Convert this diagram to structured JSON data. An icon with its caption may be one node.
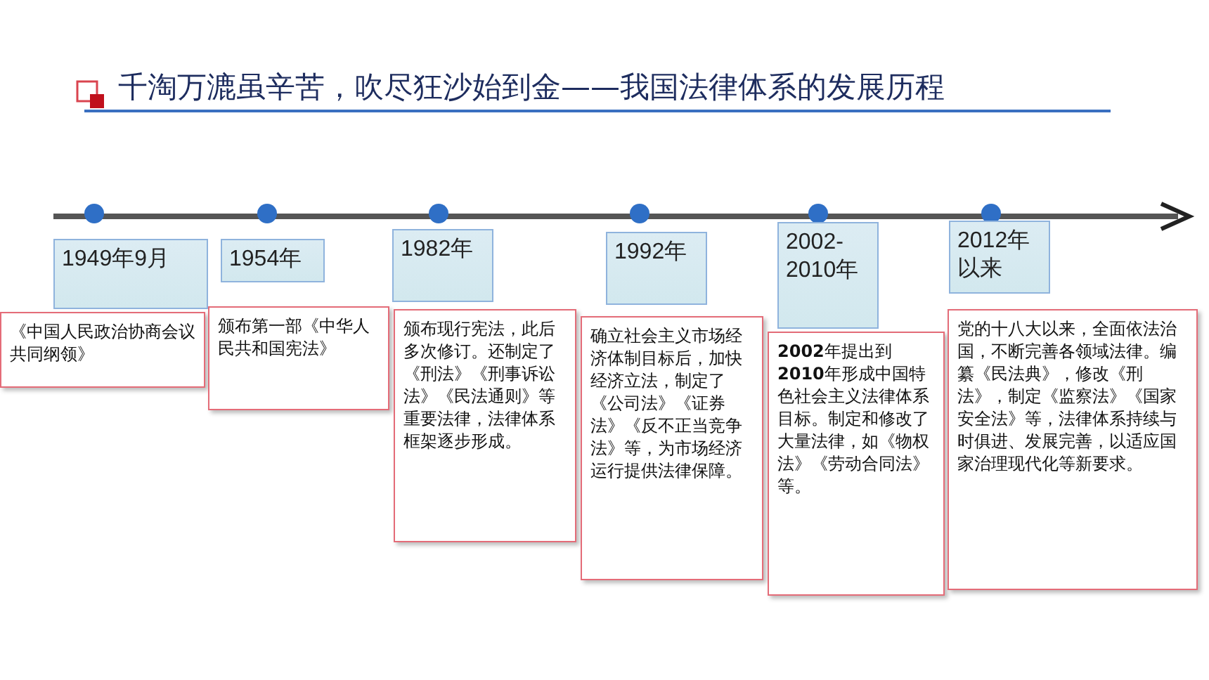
{
  "diagram": {
    "title": "千淘万漉虽辛苦，吹尽狂沙始到金——我国法律体系的发展历程",
    "nodes": [
      {
        "text": [
          "1949年9月"
        ]
      },
      {
        "text": [
          "《中国人民政治协商会议共同纲领》"
        ]
      },
      {
        "text": [
          "1954年"
        ]
      },
      {
        "text": [
          "颁布第一部《中华人民共和国宪法》"
        ]
      },
      {
        "text": [
          "1982年"
        ]
      },
      {
        "text": [
          "颁布现行宪法，此后多次修订。还制定了《刑法》《刑事诉讼法》《民法通则》等重要法律，法律体系框架逐步形成。"
        ]
      },
      {
        "text": [
          "1992年"
        ]
      },
      {
        "text": [
          "确立社会主义市场经济体制目标后，加快经济立法，制定了《公司法》《证券法》《反不正当竞争法》等，为市场经济运行提供法律保障。"
        ]
      },
      {
        "text": [
          "2002-2010年"
        ]
      },
      {
        "text": [
          "**2002**年提出到**2010**年形成中国特色社会主义法律体系目标。制定和修改了大量法律，如《物权法》《劳动合同法》等。"
        ]
      },
      {
        "text": [
          "2012年以来"
        ]
      },
      {
        "text": [
          "党的十八大以来，全面依法治国，不断完善各领域法律。编纂《民法典》，修改《刑法》，制定《监察法》《国家安全法》等，法律体系持续与时俱进、发展完善，以适应国家治理现代化等新要求。"
        ]
      }
    ],
    "edges": []
  }
}
